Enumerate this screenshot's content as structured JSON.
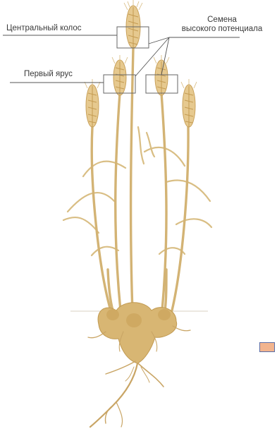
{
  "labels": {
    "central_ear": "Центральный колос",
    "seeds_line1": "Семена",
    "seeds_line2": "высокого потенциала",
    "first_tier": "Первый ярус"
  },
  "colors": {
    "stem": "#d8b878",
    "stem_dark": "#c19a52",
    "ear": "#e3c489",
    "ear_grain": "#c7a05a",
    "root": "#c9a565",
    "callout_line": "#555555",
    "callout_box": "#666666",
    "legend_fill": "#f2b48e",
    "legend_border": "#5a6ea8"
  }
}
